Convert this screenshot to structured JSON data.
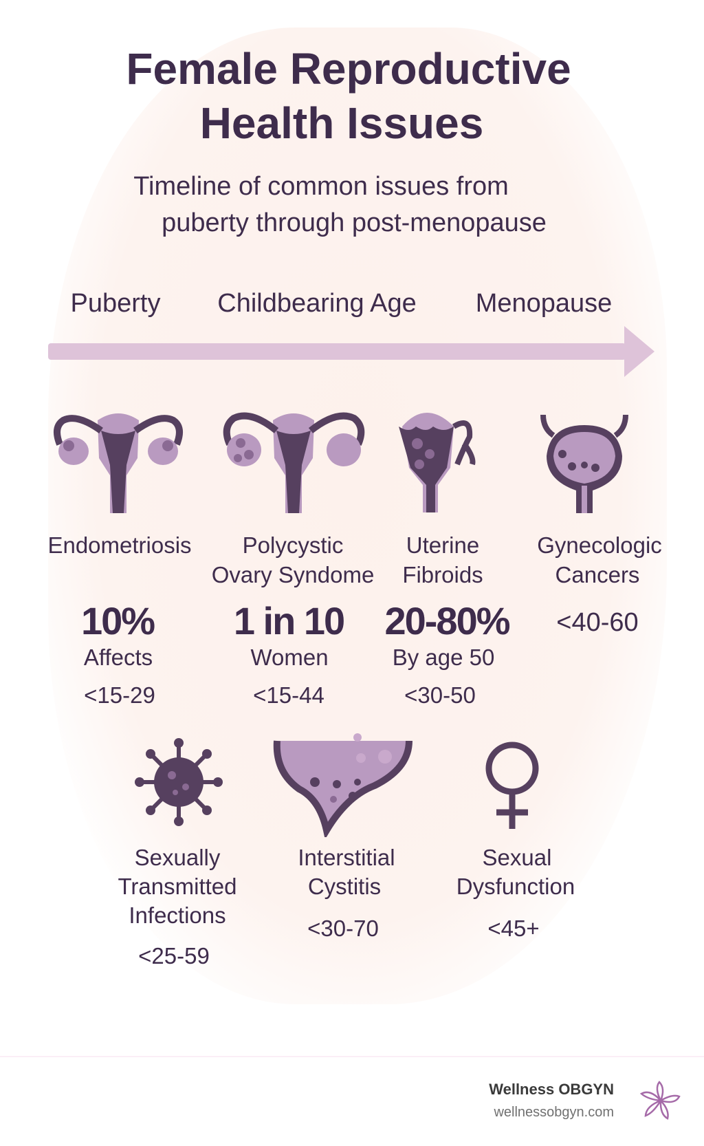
{
  "title": {
    "line1": "Female Reproductive",
    "line2": "Health Issues"
  },
  "subtitle": {
    "line1": "Timeline of common issues from",
    "line2": "puberty through post-menopause"
  },
  "phases": [
    "Puberty",
    "Childbearing Age",
    "Menopause"
  ],
  "issues": [
    {
      "name1": "Endometriosis",
      "stat": "10%",
      "stat_label": "Affects",
      "age": "<15-29",
      "icon": "uterus-endometriosis-icon"
    },
    {
      "name1": "Polycystic",
      "name2": "Ovary Syndome",
      "stat": "1 in 10",
      "stat_label": "Women",
      "age": "<15-44",
      "icon": "uterus-pcos-icon"
    },
    {
      "name1": "Uterine",
      "name2": "Fibroids",
      "stat": "20-80%",
      "stat_label": "By age 50",
      "age": "<30-50",
      "icon": "uterus-fibroids-ribbon-icon"
    },
    {
      "name1": "Gynecologic",
      "name2": "Cancers",
      "age": "<40-60",
      "icon": "organ-cancer-icon"
    },
    {
      "name1": "Sexually",
      "name2": "Transmitted",
      "name3": "Infections",
      "age": "<25-59",
      "icon": "virus-icon"
    },
    {
      "name1": "Interstitial",
      "name2": "Cystitis",
      "age": "<30-70",
      "icon": "bladder-icon"
    },
    {
      "name1": "Sexual",
      "name2": "Dysfunction",
      "age": "<45+",
      "icon": "female-symbol-icon"
    }
  ],
  "footer": {
    "brand": "Wellness OBGYN",
    "url": "wellnessobgyn.com"
  },
  "colors": {
    "text": "#3e2c4c",
    "dark": "#56405f",
    "light": "#b99ac0",
    "arrow": "#dec3d9",
    "bg": "#fdf3ef"
  }
}
